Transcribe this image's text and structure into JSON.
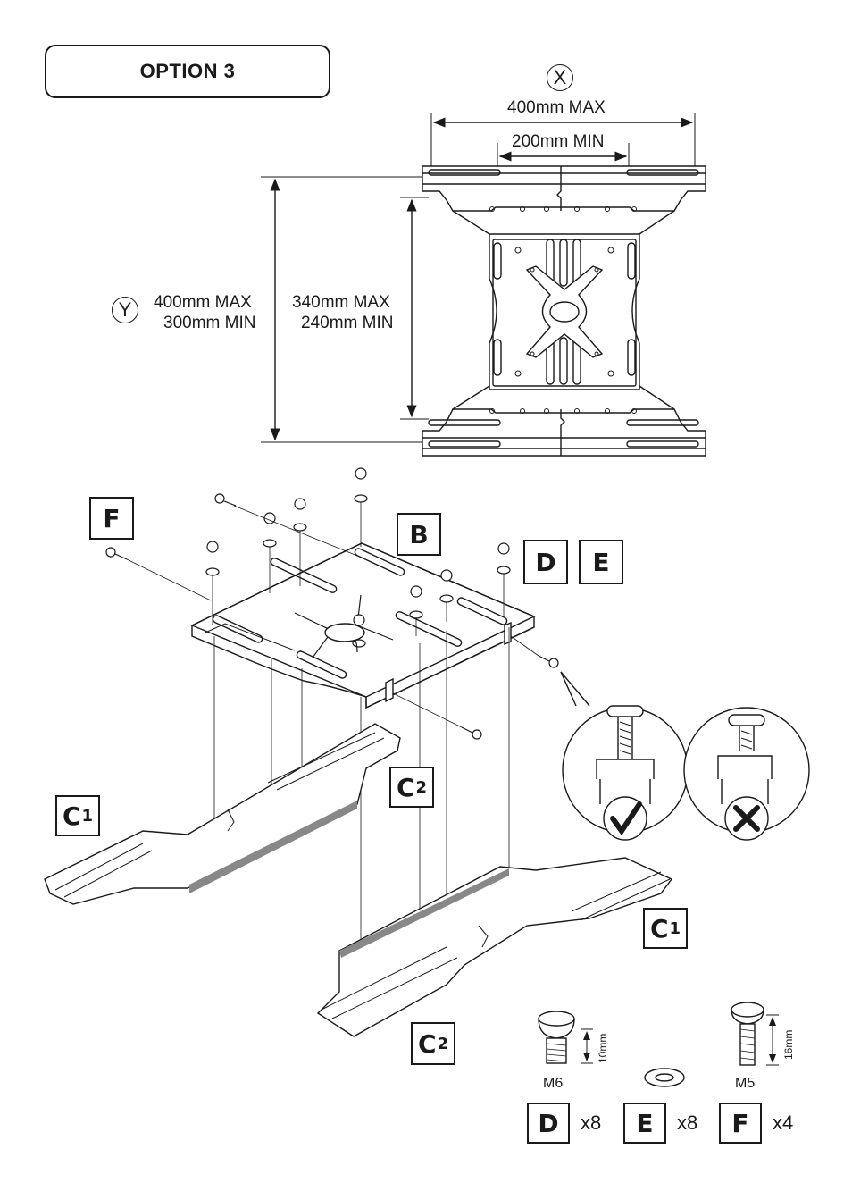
{
  "option_title": "OPTION 3",
  "top_view": {
    "x_label": "X",
    "y_label": "Y",
    "x_max": "400mm MAX",
    "x_min": "200mm MIN",
    "y_outer_max": "400mm MAX",
    "y_outer_min": "300mm MIN",
    "y_inner_max": "340mm MAX",
    "y_inner_min": "240mm MIN"
  },
  "part_tags": {
    "F": "F",
    "B": "B",
    "D": "D",
    "E": "E",
    "C1_letter": "C",
    "C1_sub": "1",
    "C2_letter": "C",
    "C2_sub": "2"
  },
  "hardware": {
    "d_size": "M6",
    "d_length": "10mm",
    "f_size": "M5",
    "f_length": "16mm",
    "d_qty": "x8",
    "e_qty": "x8",
    "f_qty": "x4",
    "d_tag": "D",
    "e_tag": "E",
    "f_tag": "F"
  }
}
